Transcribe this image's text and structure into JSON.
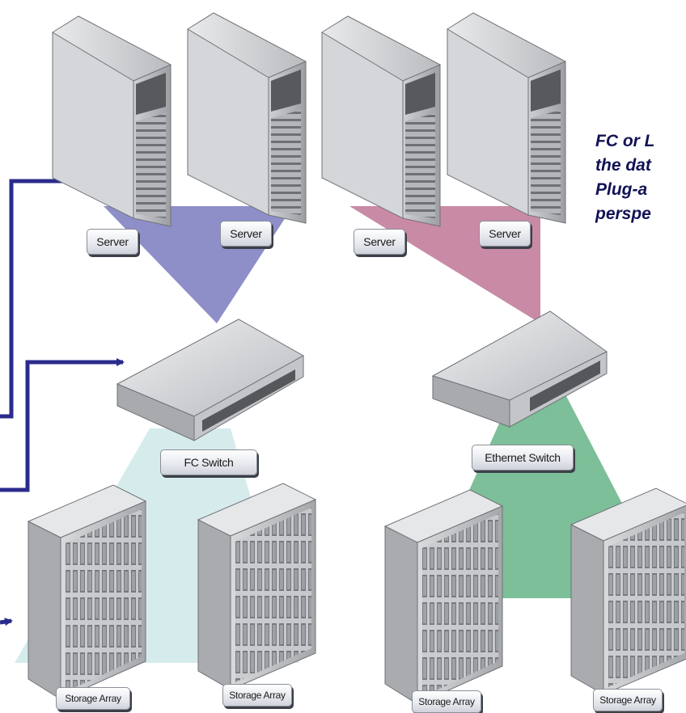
{
  "caption_lines": [
    "FC or L",
    "the dat",
    "Plug-a",
    "perspe"
  ],
  "labels": {
    "server_1": "Server",
    "server_2": "Server",
    "server_3": "Server",
    "server_4": "Server",
    "fc_switch": "FC Switch",
    "ethernet_switch": "Ethernet Switch",
    "storage_1": "Storage Array",
    "storage_2": "Storage Array",
    "storage_3": "Storage Array",
    "storage_4": "Storage Array"
  },
  "colors": {
    "fc_fan": "#8e8ec9",
    "ethernet_fan": "#c98aa6",
    "fc_storage_zone": "#d6ecec",
    "ethernet_storage_zone": "#7dbf98",
    "connector": "#2b2b8c",
    "caption": "#121255"
  }
}
